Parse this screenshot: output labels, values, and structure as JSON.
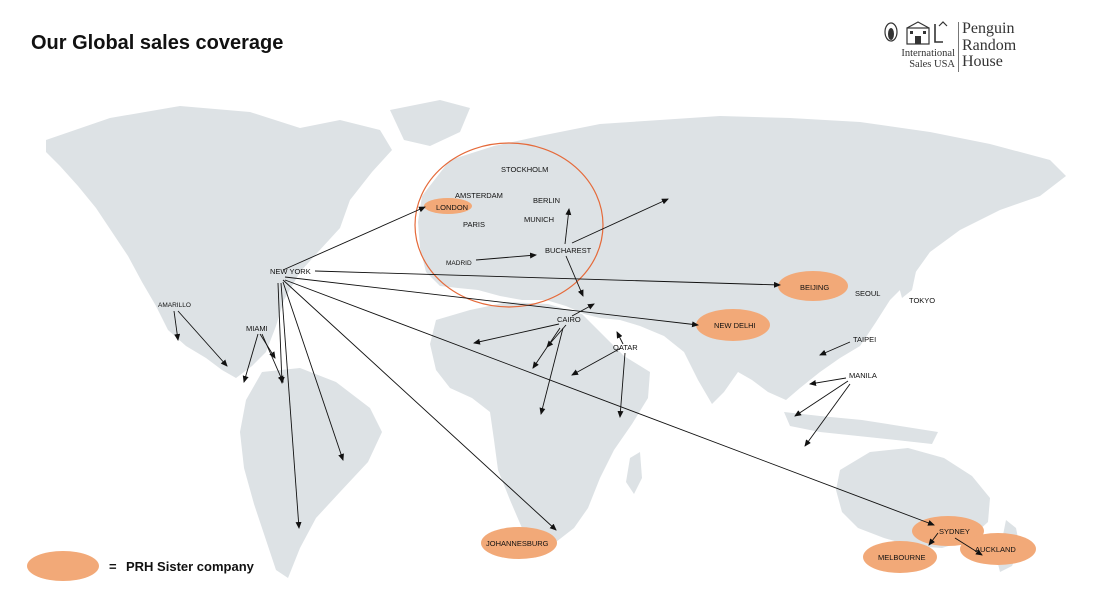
{
  "title": "Our Global sales coverage",
  "brand": {
    "line1": "International",
    "line2": "Sales USA",
    "name1": "Penguin",
    "name2": "Random",
    "name3": "House"
  },
  "colors": {
    "sister": "#f2a978",
    "land": "#dde2e5",
    "circle": "#e56a3a",
    "arrow": "#111111"
  },
  "cities": {
    "stockholm": "STOCKHOLM",
    "amsterdam": "AMSTERDAM",
    "berlin": "BERLIN",
    "london": "LONDON",
    "munich": "MUNICH",
    "paris": "PARIS",
    "bucharest": "BUCHAREST",
    "madrid": "MADRID",
    "new_york": "NEW YORK",
    "beijing": "BEIJING",
    "seoul": "SEOUL",
    "tokyo": "TOKYO",
    "amarillo": "AMARILLO",
    "miami": "MIAMI",
    "cairo": "CAIRO",
    "new_delhi": "NEW DELHI",
    "qatar": "QATAR",
    "taipei": "TAIPEI",
    "manila": "MANILA",
    "johannesburg": "JOHANNESBURG",
    "sydney": "SYDNEY",
    "melbourne": "MELBOURNE",
    "auckland": "AUCKLAND"
  },
  "legend": {
    "equals": "=",
    "label": "PRH Sister company"
  }
}
